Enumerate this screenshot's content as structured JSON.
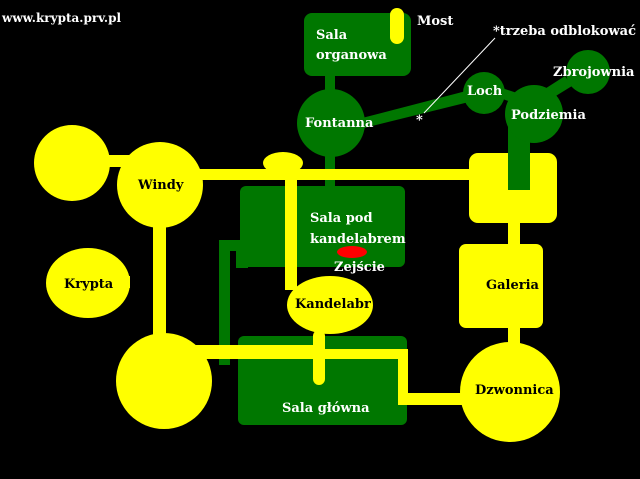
{
  "site": "www.krypta.prv.pl",
  "note": "*trzeba odblokować",
  "marker": "*",
  "colors": {
    "background": "#000000",
    "yellow": "#ffff00",
    "green": "#007700",
    "red": "#ff0000",
    "white": "#ffffff"
  },
  "locations": {
    "sala_organowa_1": "Sala",
    "sala_organowa_2": "organowa",
    "most": "Most",
    "fontanna": "Fontanna",
    "loch": "Loch",
    "zbrojownia": "Zbrojownia",
    "podziemia": "Podziemia",
    "windy": "Windy",
    "sala_pod_1": "Sala pod",
    "sala_pod_2": "kandelabrem",
    "zejscie": "Zejście",
    "krypta": "Krypta",
    "galeria": "Galeria",
    "kandelabr": "Kandelabr",
    "dzwonnica": "Dzwonnica",
    "sala_glowna": "Sala główna"
  }
}
